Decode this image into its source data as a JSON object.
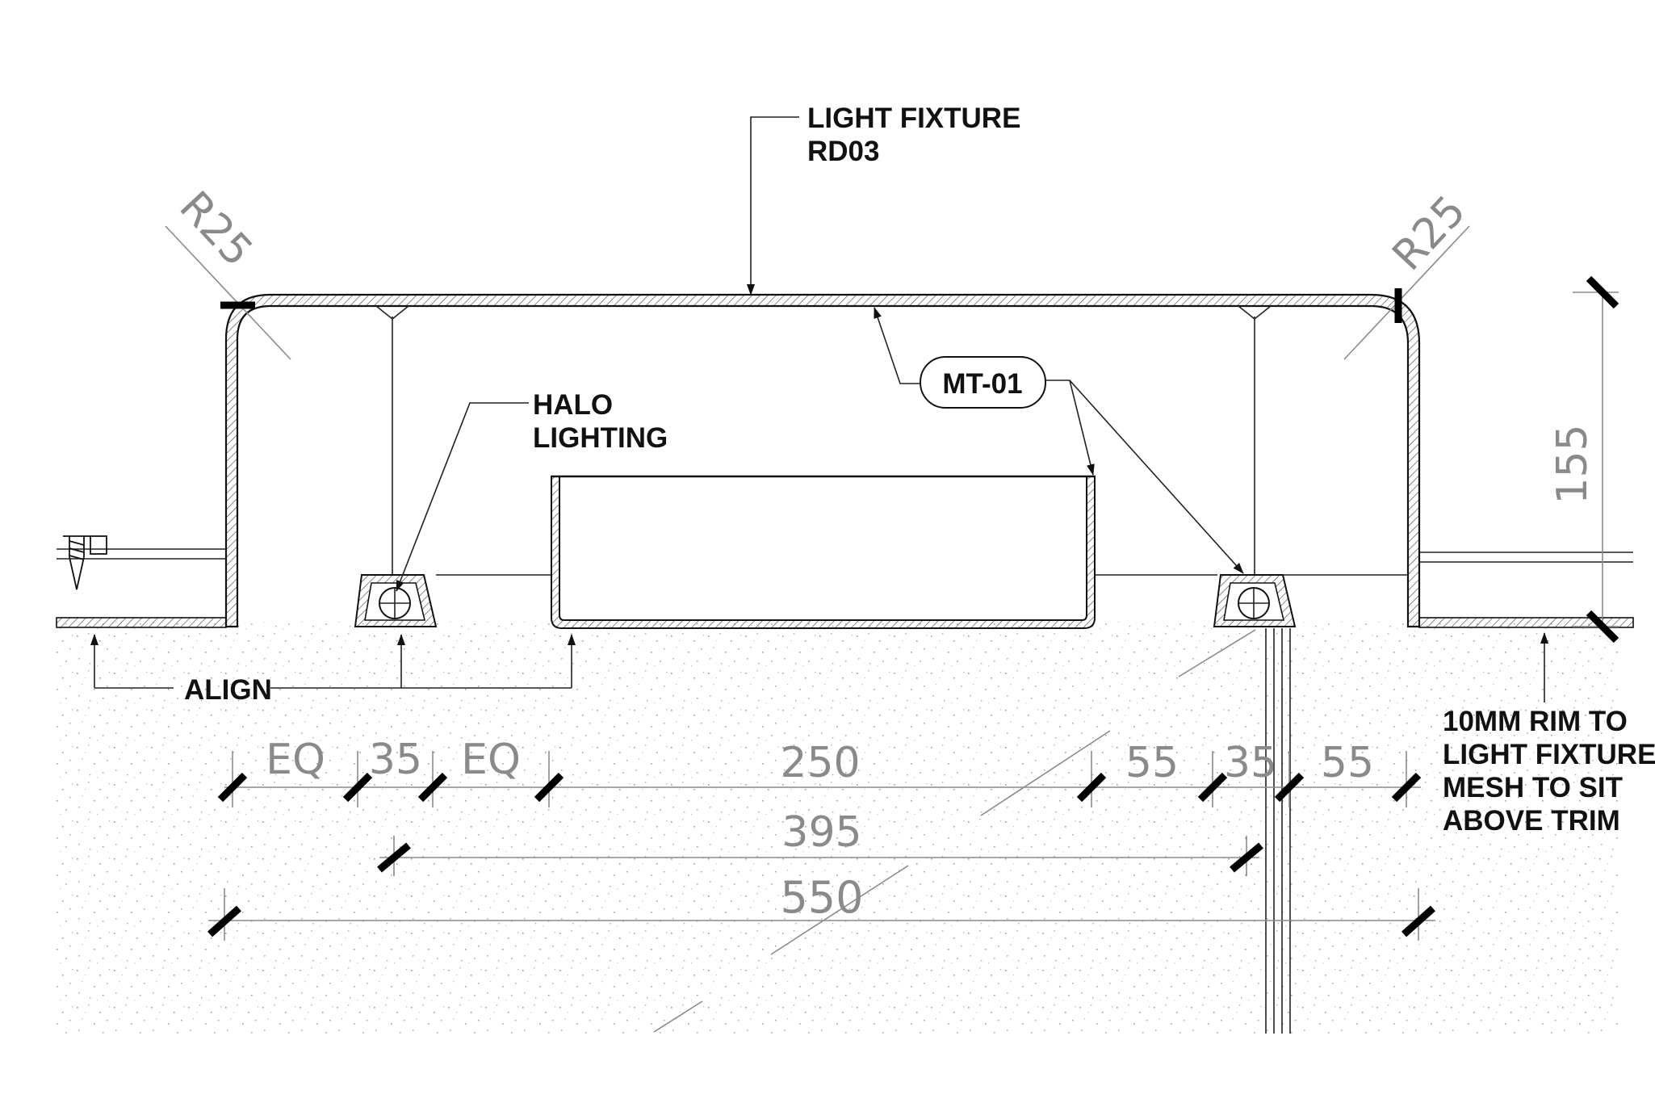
{
  "labels": {
    "light_fixture_line1": "LIGHT FIXTURE",
    "light_fixture_line2": "RD03",
    "halo_line1": "HALO",
    "halo_line2": "LIGHTING",
    "material_tag": "MT-01",
    "align": "ALIGN",
    "rim_note_line1": "10MM RIM TO",
    "rim_note_line2": "LIGHT FIXTURE,",
    "rim_note_line3": "MESH TO SIT",
    "rim_note_line4": "ABOVE TRIM"
  },
  "dimensions": {
    "radius_left": "R25",
    "radius_right": "R25",
    "height": "155",
    "row1": [
      "EQ",
      "35",
      "EQ",
      "250",
      "55",
      "35",
      "55"
    ],
    "row2": "395",
    "row3": "550"
  },
  "colors": {
    "line": "#111111",
    "dimension_text": "#8a8a8a",
    "hatch": "#555555",
    "concrete_speckle": "#9a9a9a"
  }
}
